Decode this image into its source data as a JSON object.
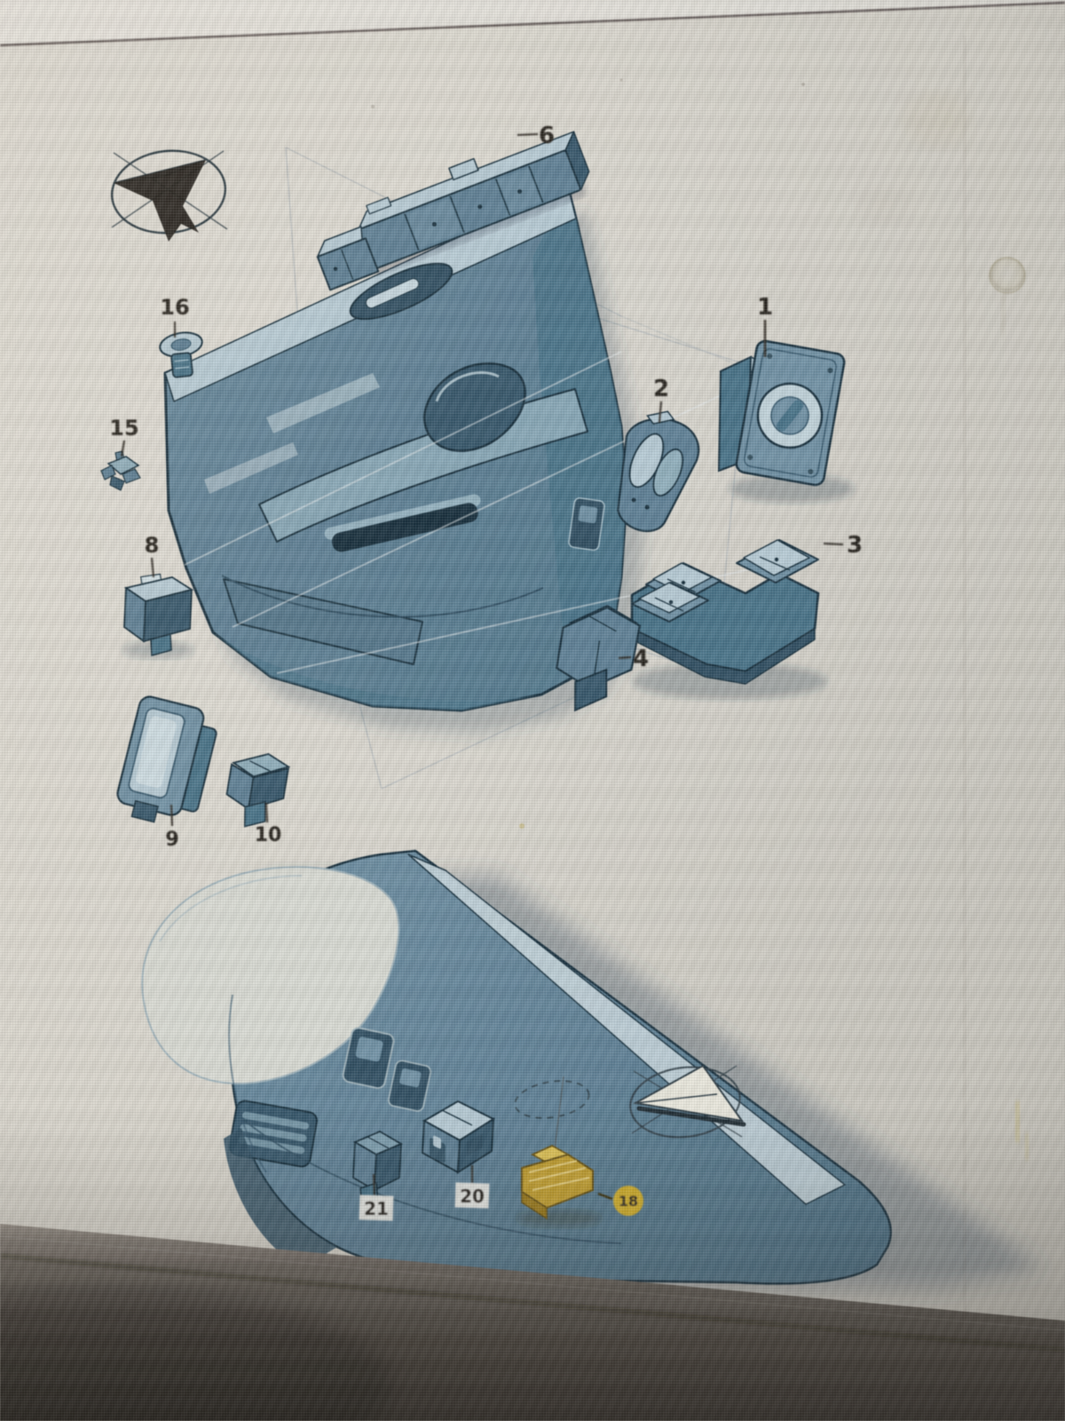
{
  "diagram": {
    "front_door": {
      "labels": [
        "6",
        "16",
        "15",
        "8",
        "9",
        "10",
        "1",
        "2",
        "3",
        "4"
      ]
    },
    "rear_quarter": {
      "labels": [
        "21",
        "20",
        "18"
      ],
      "highlighted_part_label": "18"
    }
  },
  "icons": {
    "front_direction_icon": "direction-of-travel-arrow-icon",
    "rear_direction_icon": "direction-of-travel-plane-icon"
  },
  "colors": {
    "page_background": "#d6d3ca",
    "diagram_blue_mid": "#5d8299",
    "diagram_blue_light": "#b7cdd8",
    "diagram_blue_deep": "#35596f",
    "outline_dark": "#16303f",
    "label_text": "#28231d",
    "highlight_yellow": "#d9b324",
    "bezel_dark": "#3b3630"
  }
}
